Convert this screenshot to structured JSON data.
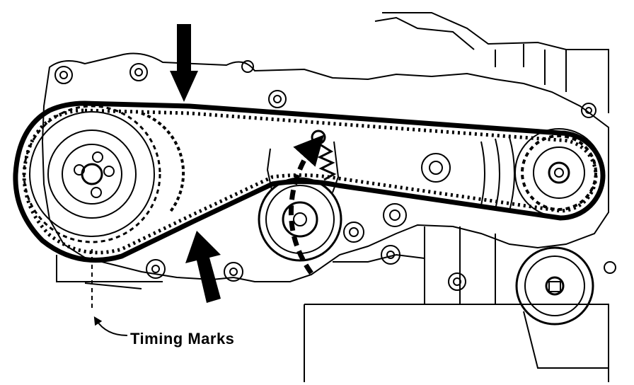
{
  "diagram": {
    "labels": {
      "timing_marks": "Timing Marks"
    },
    "colors": {
      "ink": "#000000",
      "paper": "#ffffff"
    },
    "arrows": {
      "upper_belt_arrow": "push-down",
      "lower_belt_arrow": "push-up",
      "tensioner_arrow": "rotation-dashed"
    },
    "components": [
      "crankshaft-sprocket",
      "camshaft-sprocket",
      "tensioner-pulley",
      "idler-pulley",
      "timing-belt",
      "tensioner-spring",
      "engine-block-housing"
    ]
  }
}
